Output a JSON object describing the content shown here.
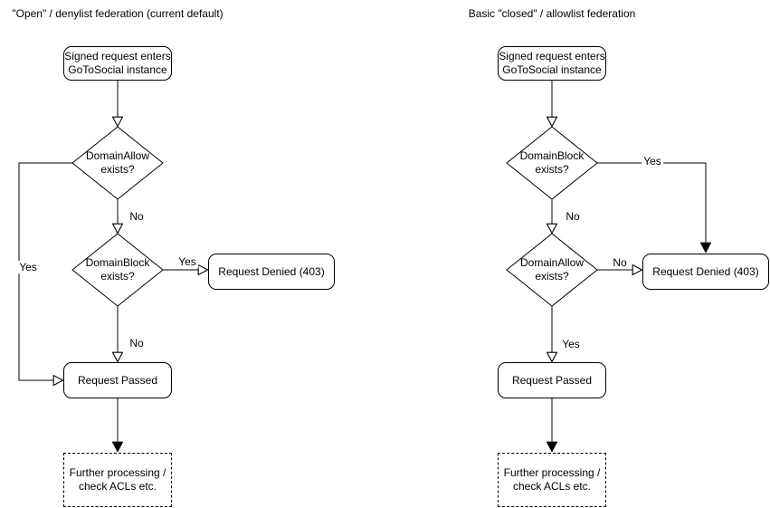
{
  "colors": {
    "background": "#ffffff",
    "stroke": "#000000",
    "text": "#000000",
    "node_fill": "#ffffff"
  },
  "flowcharts": [
    {
      "title": "\"Open\" / denylist federation (current default)",
      "nodes": {
        "start": "Signed request enters\nGoToSocial instance",
        "decision1": "DomainAllow\nexists?",
        "decision2": "DomainBlock\nexists?",
        "denied": "Request Denied (403)",
        "passed": "Request Passed",
        "further": "Further processing /\ncheck ACLs etc."
      },
      "edge_labels": {
        "decision1_branch": "Yes",
        "decision1_down": "No",
        "decision2_side": "Yes",
        "decision2_down": "No"
      }
    },
    {
      "title": "Basic \"closed\" / allowlist federation",
      "nodes": {
        "start": "Signed request enters\nGoToSocial instance",
        "decision1": "DomainBlock\nexists?",
        "decision2": "DomainAllow\nexists?",
        "denied": "Request Denied (403)",
        "passed": "Request Passed",
        "further": "Further processing /\ncheck ACLs etc."
      },
      "edge_labels": {
        "decision1_branch": "Yes",
        "decision1_down": "No",
        "decision2_side": "No",
        "decision2_down": "Yes"
      }
    }
  ]
}
